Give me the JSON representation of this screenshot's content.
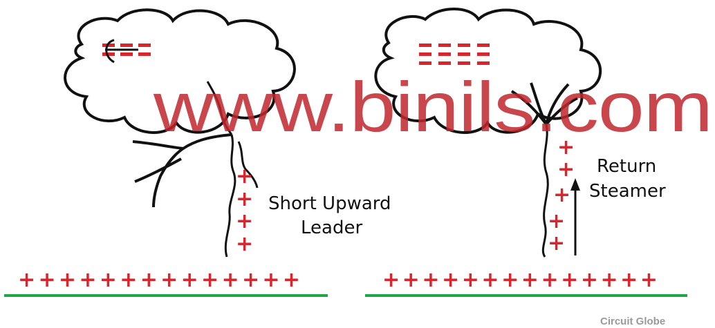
{
  "labels": {
    "left_caption_line1": "Short Upward",
    "left_caption_line2": "Leader",
    "right_caption_line1": "Return",
    "right_caption_line2": "Steamer"
  },
  "watermark": "www.binils.com",
  "credit": "Circuit Globe",
  "symbols": {
    "plus": "+",
    "minus": "–",
    "ground_left_charges": "++++++++++++++",
    "ground_right_charges": "++++++++++++++"
  },
  "colors": {
    "charge": "#d9262d",
    "ground": "#1fa64a",
    "watermark": "#c0272d",
    "stroke": "#111111"
  }
}
